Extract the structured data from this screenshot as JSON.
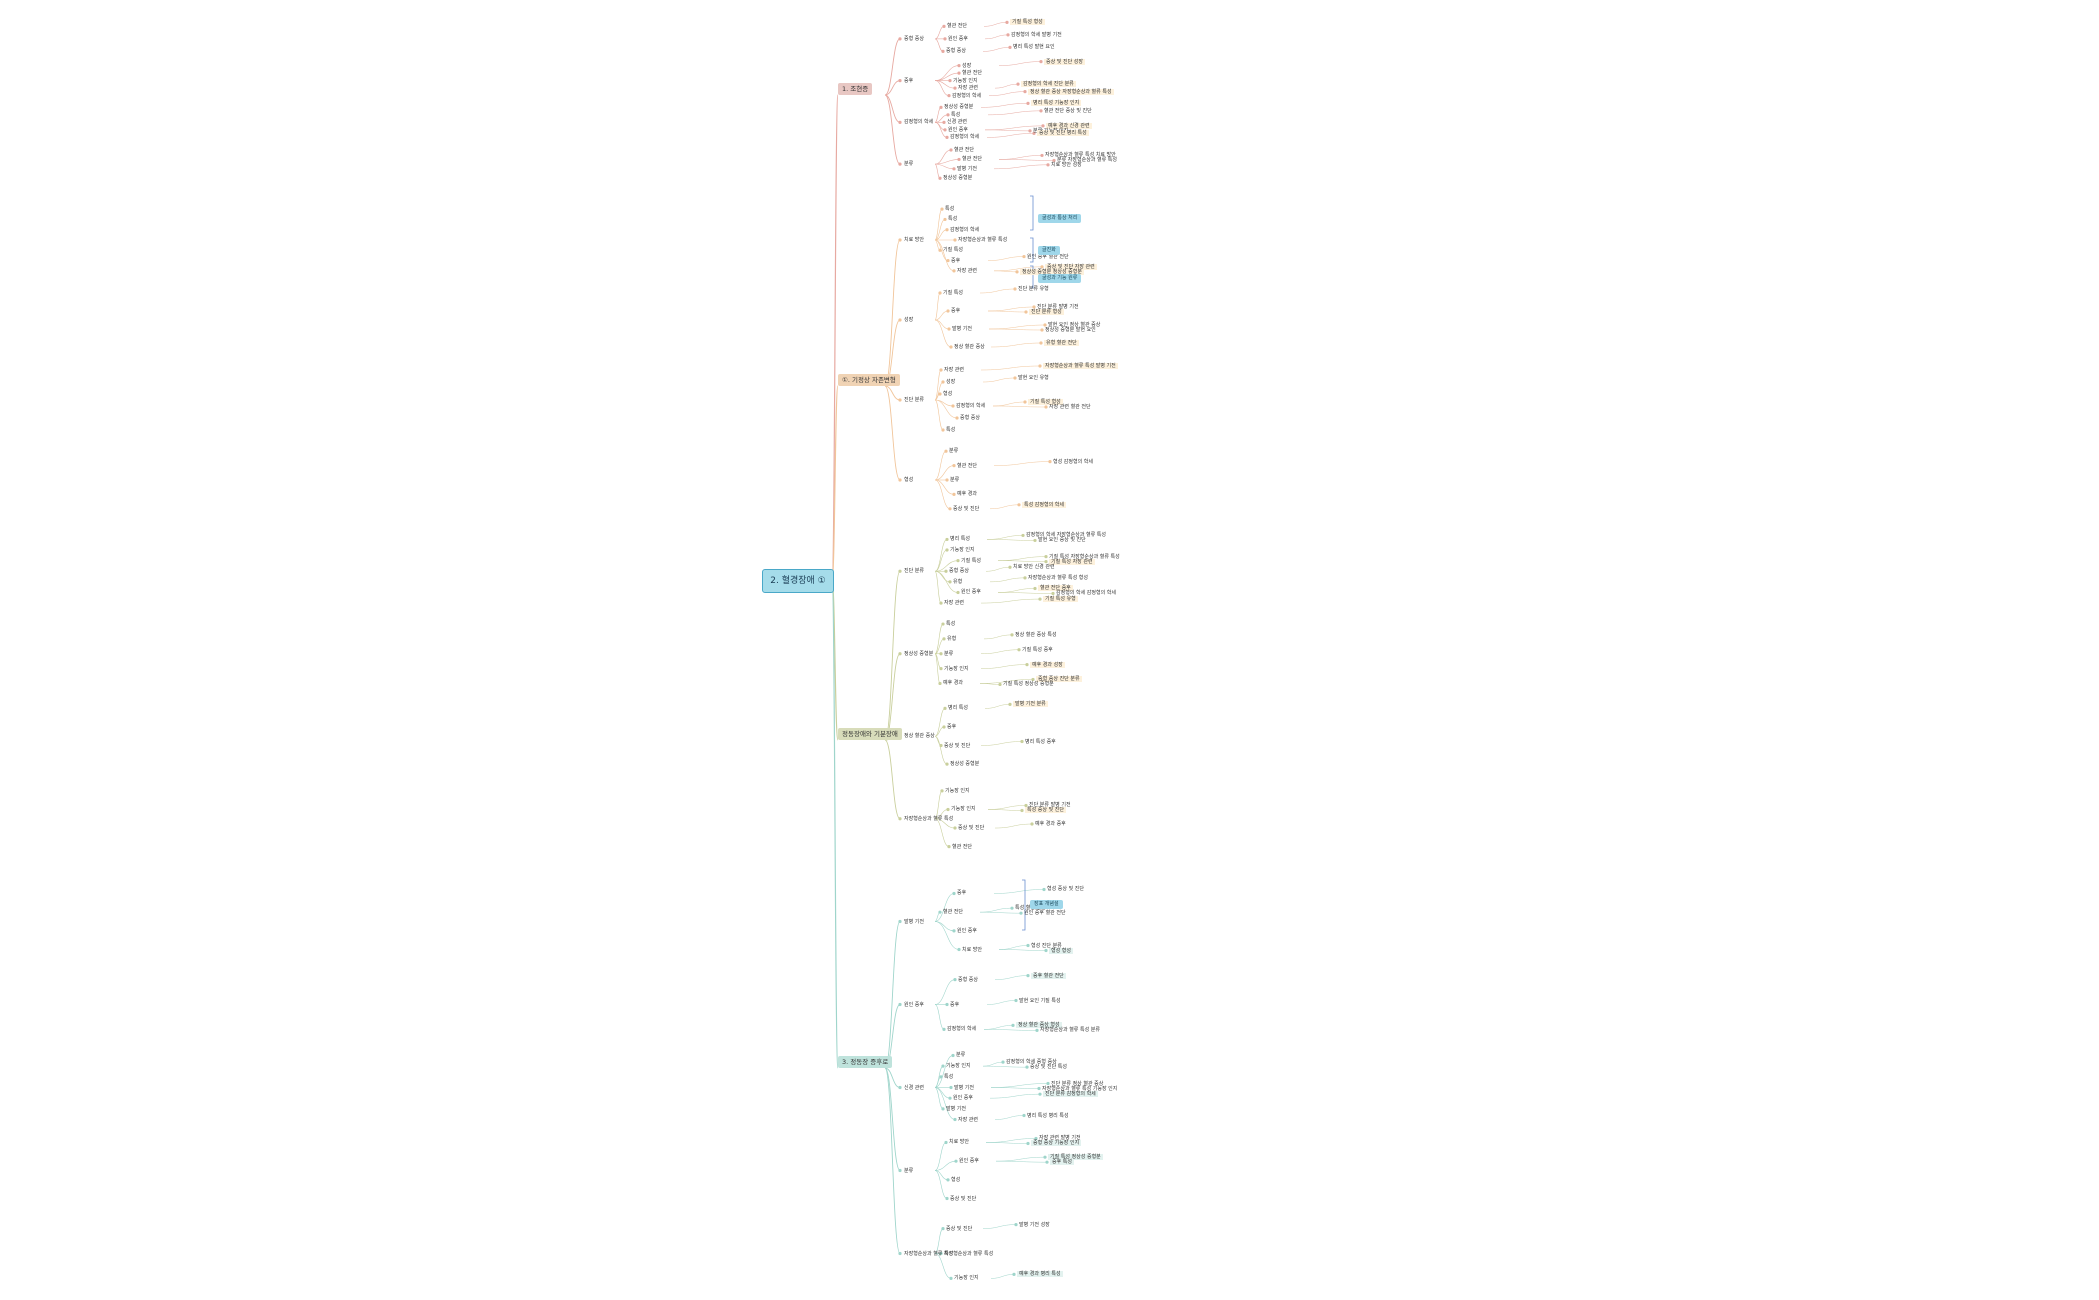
{
  "root": {
    "label": "2. 혈경장애 ①"
  },
  "branches": [
    {
      "label": "1. 조현증",
      "color": "#e8c7c3"
    },
    {
      "label": "①. 기정상 자존변형",
      "color": "#f0d3b4"
    },
    {
      "label": "정동장애와 기분장애",
      "color": "#d8dcba"
    },
    {
      "label": "3. 정동장 증후로",
      "color": "#bfe3dc"
    }
  ],
  "notes": [
    "굴성과 통상 처리",
    "글진화",
    "굴성과 기능 원류",
    "장표 개념설"
  ],
  "leaf_texts": [
    "분류",
    "정상성 증형분",
    "증후",
    "자장형순상과 혈류 특성",
    "성장",
    "감정형의 학세",
    "증상 및 진단",
    "기능장 인지",
    "자장 관련",
    "형성",
    "혈관 전단",
    "특성",
    "유형",
    "증형 증상",
    "기질 특성",
    "정상 혈관 증상",
    "발병 기전",
    "신경 관련",
    "원인 증후",
    "치료 방안",
    "예후 경과",
    "진단 분류",
    "병리 특성",
    "발현 요인"
  ]
}
